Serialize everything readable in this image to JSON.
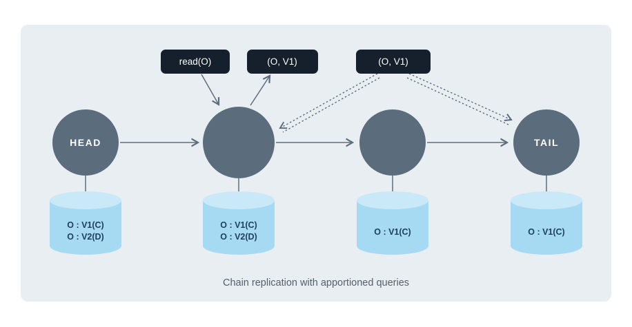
{
  "caption": "Chain replication with apportioned queries",
  "labels": {
    "read_request": "read(O)",
    "read_reply": "(O, V1)",
    "version_reply": "(O, V1)"
  },
  "nodes": [
    {
      "name": "HEAD"
    },
    {
      "name": ""
    },
    {
      "name": ""
    },
    {
      "name": "TAIL"
    }
  ],
  "stores": [
    {
      "lines": [
        "O : V1(C)",
        "O : V2(D)"
      ]
    },
    {
      "lines": [
        "O : V1(C)",
        "O : V2(D)"
      ]
    },
    {
      "lines": [
        "O : V1(C)"
      ]
    },
    {
      "lines": [
        "O : V1(C)"
      ]
    }
  ],
  "colors": {
    "page_bg": "#ffffff",
    "panel_bg": "#e9eef3",
    "node_fill": "#5b6c7d",
    "node_text": "#ffffff",
    "label_bg": "#161f2c",
    "label_text": "#ffffff",
    "cylinder_body": "#a6d9f2",
    "cylinder_top": "#c9e9f8",
    "cylinder_text": "#1d3f5e",
    "arrow": "#5d6d7d",
    "caption_text": "#55606c"
  }
}
